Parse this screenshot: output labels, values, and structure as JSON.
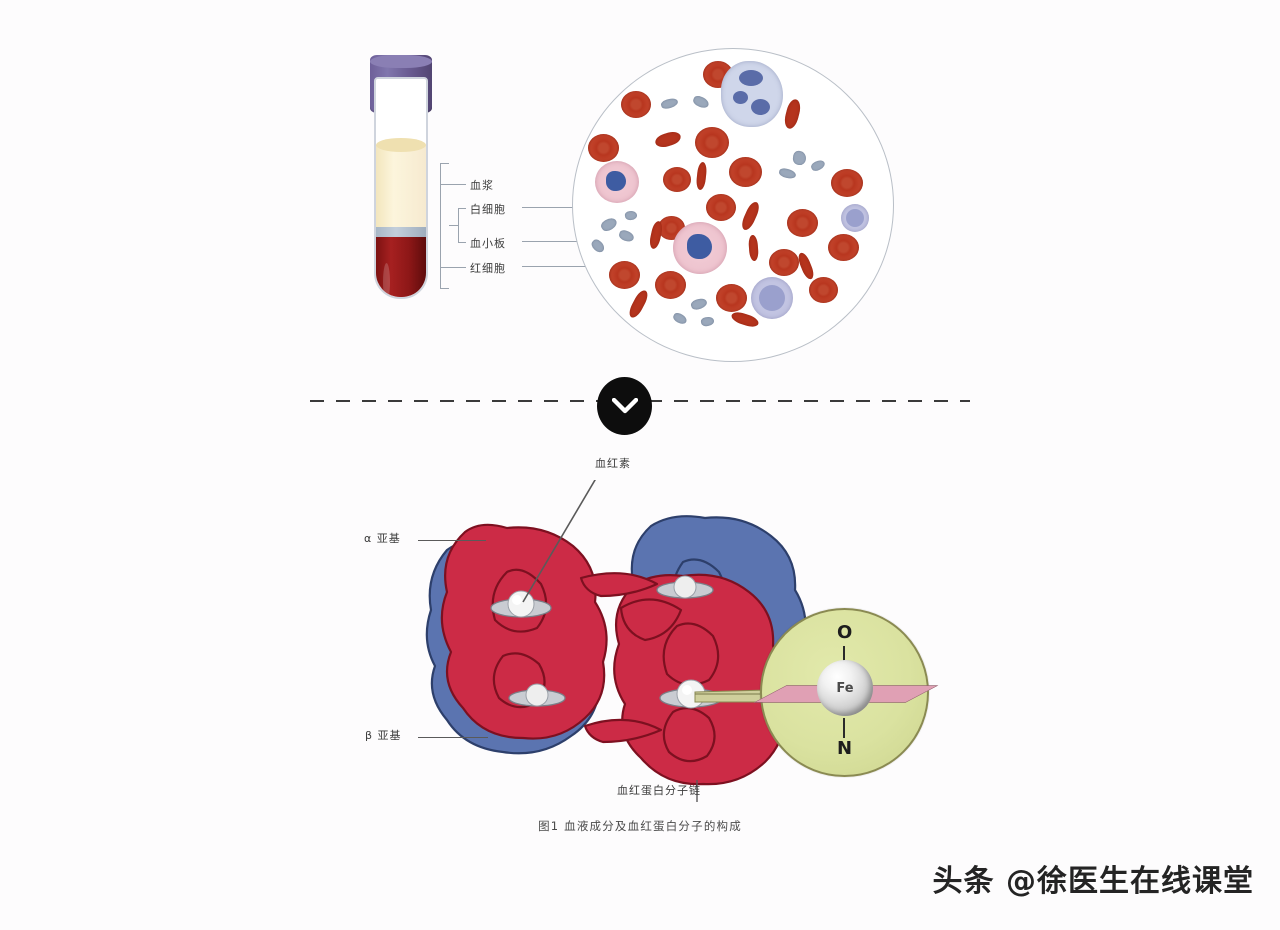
{
  "figure": {
    "caption": "图1 血液成分及血红蛋白分子的构成",
    "background_color": "#fdfcfd"
  },
  "blood_tube": {
    "name": "blood-collection-tube",
    "cap_color": "#6b5b95",
    "layers": [
      {
        "key": "plasma",
        "label": "血浆",
        "color": "#f7edc8"
      },
      {
        "key": "buffy",
        "label": "白细胞",
        "color": "#b3c0ce"
      },
      {
        "key": "platelet",
        "label": "血小板",
        "color": "#b3c0ce"
      },
      {
        "key": "rbc",
        "label": "红细胞",
        "color": "#9b1c1c"
      }
    ]
  },
  "smear": {
    "name": "blood-smear-circle",
    "border_color": "#b9bfc7",
    "cell_types": [
      "red-blood-cell",
      "neutrophil",
      "eosinophil",
      "lymphocyte",
      "platelet"
    ]
  },
  "divider": {
    "icon": "chevron-down-icon",
    "badge_color": "#0d0d0d",
    "line_color": "#3a3a3a"
  },
  "hemoglobin": {
    "name": "hemoglobin-molecule",
    "alpha_color": "#cc2b46",
    "beta_color": "#5b74b0",
    "labels": {
      "heme": "血红素",
      "alpha_subunit": "α 亚基",
      "beta_subunit": "β 亚基",
      "chain": "血红蛋白分子链"
    }
  },
  "heme_detail": {
    "name": "heme-iron-detail",
    "circle_color": "#d8dfa0",
    "border_color": "#8a8a52",
    "plane_color": "#e0a0b4",
    "atom_top": "O",
    "atom_center": "Fe",
    "atom_bottom": "N"
  },
  "watermark": {
    "text": "头条 @徐医生在线课堂"
  }
}
